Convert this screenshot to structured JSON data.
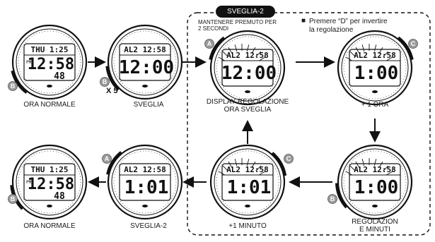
{
  "section_tag": "SVEGLIA-2",
  "note_hold": "MANTENERE PREMUTO PER 2 SECONDI",
  "note_hold_lines": [
    "MANTENERE PREMUTO PER",
    "2 SECONDI"
  ],
  "note_press_lines": [
    "Premere “D” per invertire",
    "la regolazione"
  ],
  "times_label": "X 5",
  "buttons": {
    "a": "A",
    "b": "B",
    "c": "C"
  },
  "watches": [
    {
      "id": "w1",
      "row1": "THU  1:25",
      "pm": "PM",
      "main": "12:58",
      "sub": "48",
      "label_lines": [
        "ORA NORMALE"
      ]
    },
    {
      "id": "w2",
      "row1": "AL2 12:58",
      "pm": "",
      "main": "12:00",
      "sub": "",
      "label_lines": [
        "SVEGLIA"
      ]
    },
    {
      "id": "w3",
      "row1": "AL2 12:58",
      "pm": "",
      "main": "12:00",
      "sub": "",
      "label_lines": [
        "DISPLAY REGOLAZIONE",
        "ORA SVEGLIA"
      ]
    },
    {
      "id": "w4",
      "row1": "AL2 12:58",
      "pm": "",
      "main": "1:00",
      "sub": "",
      "label_lines": [
        "+ 1 ORA"
      ]
    },
    {
      "id": "w5",
      "row1": "AL2 12:58",
      "pm": "",
      "main": "1:00",
      "sub": "",
      "label_lines": [
        "REGOLAZION",
        "E MINUTI"
      ]
    },
    {
      "id": "w6",
      "row1": "AL2 12:58",
      "pm": "",
      "main": "1:01",
      "sub": "",
      "label_lines": [
        "+1 MINUTO"
      ]
    },
    {
      "id": "w7",
      "row1": "AL2 12:58",
      "pm": "",
      "main": "1:01",
      "sub": "",
      "label_lines": [
        "SVEGLIA-2"
      ]
    },
    {
      "id": "w8",
      "row1": "THU  1:25",
      "pm": "PM",
      "main": "12:58",
      "sub": "48",
      "label_lines": [
        "ORA NORMALE"
      ]
    }
  ]
}
